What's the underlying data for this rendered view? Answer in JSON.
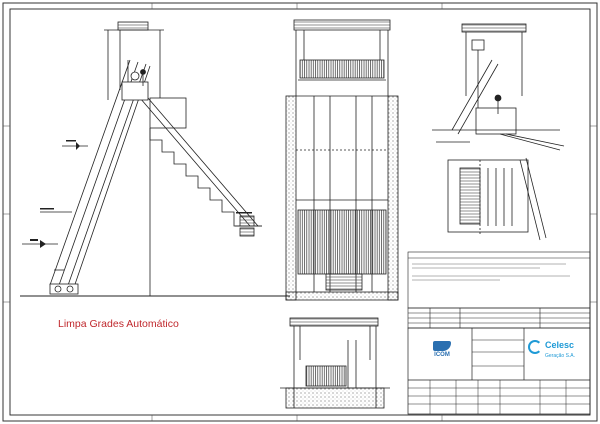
{
  "caption": "Limpa Grades Automático",
  "title_block": {
    "company": "Celesc",
    "company_sub": "Geração S.A.",
    "contractor": "ICOM"
  },
  "colors": {
    "caption": "#c0282d",
    "line": "#222222",
    "brand_blue": "#1f9ad6",
    "icom_blue": "#2a6fb0"
  }
}
